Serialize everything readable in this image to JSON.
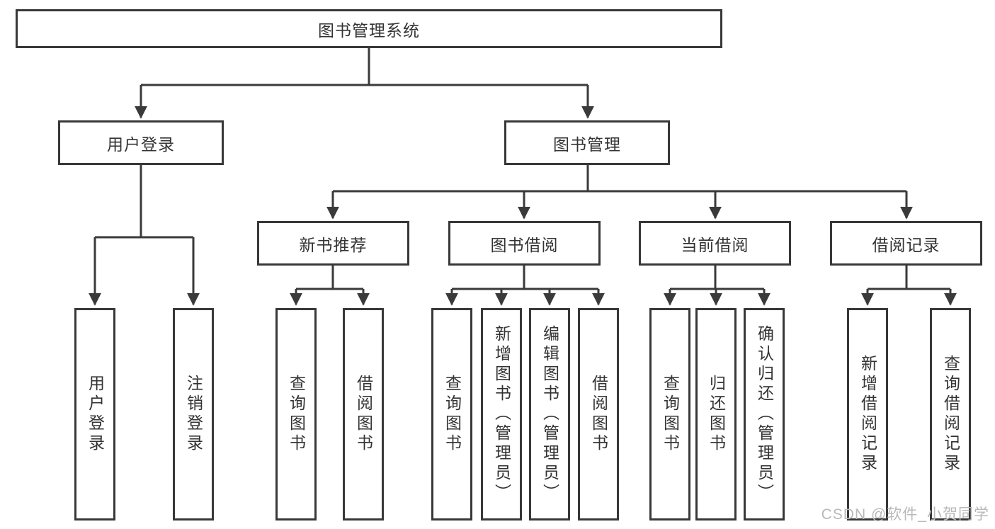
{
  "diagram": {
    "title": "图书管理系统",
    "root": {
      "label": "图书管理系统"
    },
    "branches": [
      {
        "label": "用户登录",
        "children": [
          {
            "label": "用户登录"
          },
          {
            "label": "注销登录"
          }
        ]
      },
      {
        "label": "图书管理",
        "children": [
          {
            "label": "新书推荐",
            "children": [
              {
                "label": "查询图书"
              },
              {
                "label": "借阅图书"
              }
            ]
          },
          {
            "label": "图书借阅",
            "children": [
              {
                "label": "查询图书"
              },
              {
                "label": "新增图书（管理员）"
              },
              {
                "label": "编辑图书（管理员）"
              },
              {
                "label": "借阅图书"
              }
            ]
          },
          {
            "label": "当前借阅",
            "children": [
              {
                "label": "查询图书"
              },
              {
                "label": "归还图书"
              },
              {
                "label": "确认归还（管理员）"
              }
            ]
          },
          {
            "label": "借阅记录",
            "children": [
              {
                "label": "新增借阅记录"
              },
              {
                "label": "查询借阅记录"
              }
            ]
          }
        ]
      }
    ]
  },
  "watermark": {
    "text": "CSDN @软件_小贺同学"
  },
  "colors": {
    "line": "#3a3a3a",
    "box_border": "#383838",
    "box_fill": "#ffffff",
    "text": "#333333",
    "watermark": "#b9b9b9",
    "background": "#ffffff"
  }
}
